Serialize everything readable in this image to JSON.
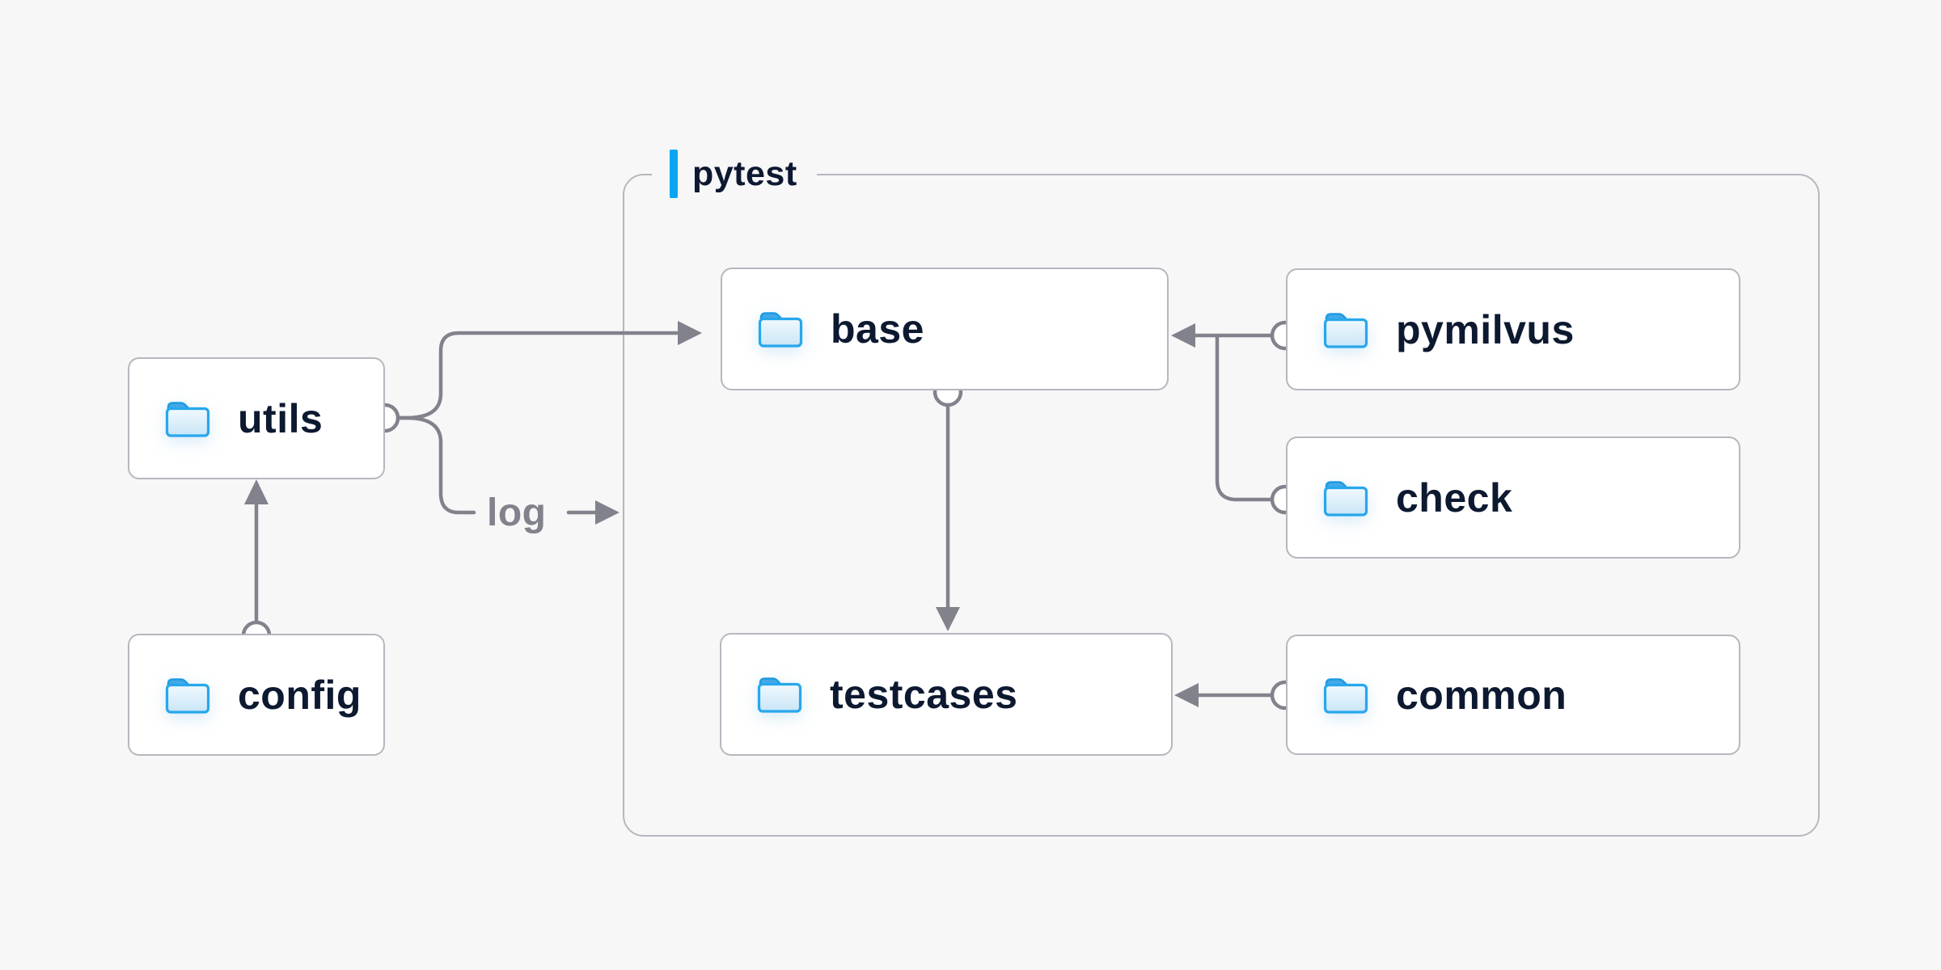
{
  "page": {
    "background": "#f7f7f8"
  },
  "container": {
    "label": "pytest",
    "accent_color": "#09a7f1"
  },
  "nodes": [
    {
      "id": "utils",
      "label": "utils",
      "icon": "folder-icon",
      "location": "outside"
    },
    {
      "id": "config",
      "label": "config",
      "icon": "folder-icon",
      "location": "outside"
    },
    {
      "id": "base",
      "label": "base",
      "icon": "folder-icon",
      "location": "inside-pytest"
    },
    {
      "id": "pymilvus",
      "label": "pymilvus",
      "icon": "folder-icon",
      "location": "inside-pytest"
    },
    {
      "id": "check",
      "label": "check",
      "icon": "folder-icon",
      "location": "inside-pytest"
    },
    {
      "id": "testcases",
      "label": "testcases",
      "icon": "folder-icon",
      "location": "inside-pytest"
    },
    {
      "id": "common",
      "label": "common",
      "icon": "folder-icon",
      "location": "inside-pytest"
    }
  ],
  "edges": [
    {
      "from": "config",
      "to": "utils",
      "label": ""
    },
    {
      "from": "utils",
      "to": "base",
      "label": ""
    },
    {
      "from": "utils",
      "to": "pytest-container",
      "label": "log"
    },
    {
      "from": "pymilvus",
      "to": "base",
      "label": ""
    },
    {
      "from": "check",
      "to": "base",
      "label": ""
    },
    {
      "from": "base",
      "to": "testcases",
      "label": ""
    },
    {
      "from": "common",
      "to": "testcases",
      "label": ""
    }
  ],
  "edge_labels": {
    "log": "log"
  },
  "colors": {
    "connector": "#82828c",
    "node_border": "#b7b7bf",
    "node_fill": "#ffffff",
    "text": "#0d1930",
    "accent_blue": "#09a7f1",
    "folder_stroke": "#27a7ec",
    "folder_tab": "#43a9e6",
    "muted_label": "#82828c"
  }
}
